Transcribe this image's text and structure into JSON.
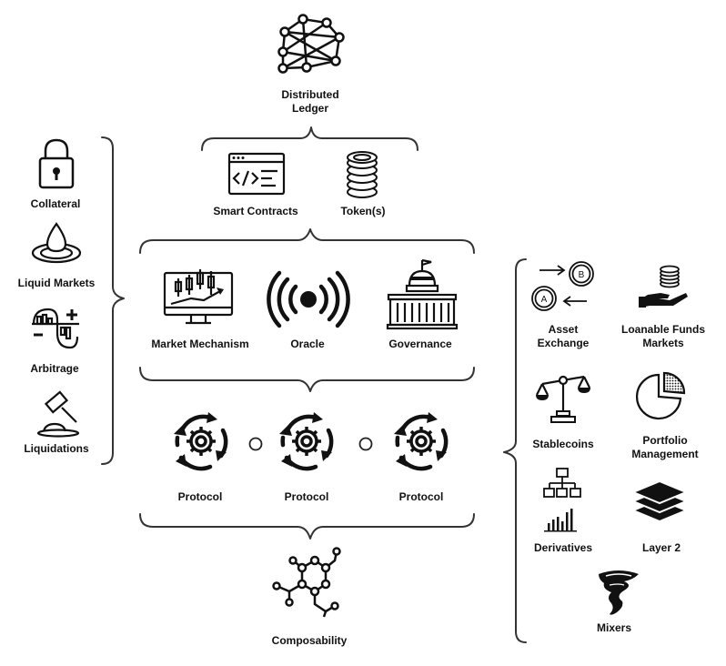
{
  "top": {
    "label_line1": "Distributed",
    "label_line2": "Ledger"
  },
  "foundation": {
    "smart_contracts": "Smart Contracts",
    "tokens": "Token(s)"
  },
  "core": {
    "market": "Market Mechanism",
    "oracle": "Oracle",
    "governance": "Governance"
  },
  "protocols": [
    "Protocol",
    "Protocol",
    "Protocol"
  ],
  "bottom": {
    "composability": "Composability"
  },
  "left": {
    "collateral": "Collateral",
    "liquid_markets": "Liquid Markets",
    "arbitrage": "Arbitrage",
    "liquidations": "Liquidations"
  },
  "right": {
    "asset_exchange_1": "Asset",
    "asset_exchange_2": "Exchange",
    "loanable_1": "Loanable Funds",
    "loanable_2": "Markets",
    "stablecoins": "Stablecoins",
    "portfolio_1": "Portfolio",
    "portfolio_2": "Management",
    "derivatives": "Derivatives",
    "layer2": "Layer 2",
    "mixers": "Mixers"
  },
  "icons": {
    "coin_a": "A",
    "coin_b": "B",
    "network": "network-icon",
    "code": "code-window-icon",
    "coins": "coin-stack-icon",
    "chart": "candlestick-monitor-icon",
    "broadcast": "broadcast-icon",
    "building": "capitol-building-icon",
    "gear": "rotating-gear-icon",
    "molecule": "molecule-icon"
  }
}
